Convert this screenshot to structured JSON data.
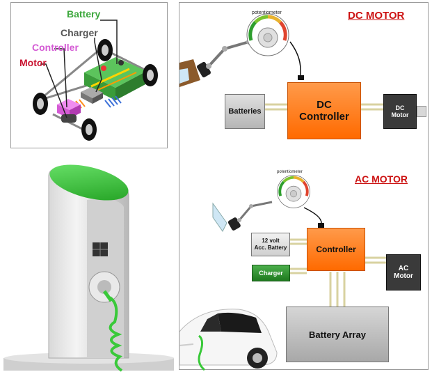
{
  "car_diagram": {
    "labels": {
      "battery": "Battery",
      "charger": "Charger",
      "controller": "Controller",
      "motor": "Motor"
    },
    "colors": {
      "battery": "#3da83d",
      "charger": "#555555",
      "controller": "#d45bd4",
      "motor": "#c8102e"
    }
  },
  "dc_section": {
    "title": "DC MOTOR",
    "potentiometer": "potentiometer",
    "batteries": "Batteries",
    "controller_line1": "DC",
    "controller_line2": "Controller",
    "motor_line1": "DC",
    "motor_line2": "Motor"
  },
  "ac_section": {
    "title": "AC MOTOR",
    "potentiometer": "potentiometer",
    "acc_battery_line1": "12 volt",
    "acc_battery_line2": "Acc. Battery",
    "charger": "Charger",
    "controller": "Controller",
    "motor_line1": "AC",
    "motor_line2": "Motor",
    "battery_array": "Battery Array"
  },
  "colors": {
    "title_red": "#cc1111",
    "controller_orange": "#ff7a1a",
    "motor_dark": "#3a3a3a",
    "battery_gray": "#c8c8c8",
    "charger_green": "#2e8b2e",
    "wire_yellow": "#e8e2a0",
    "station_green": "#3cc43c"
  }
}
